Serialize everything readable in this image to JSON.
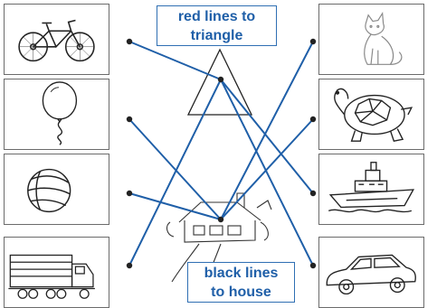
{
  "labels": {
    "triangle": [
      "red lines to",
      "triangle"
    ],
    "house": [
      "black lines",
      "to house"
    ]
  },
  "left_pictures": [
    {
      "name": "bicycle-icon"
    },
    {
      "name": "balloon-icon"
    },
    {
      "name": "ball-icon"
    },
    {
      "name": "truck-icon"
    }
  ],
  "right_pictures": [
    {
      "name": "cat-icon"
    },
    {
      "name": "turtle-icon"
    },
    {
      "name": "boat-icon"
    },
    {
      "name": "car-icon"
    }
  ],
  "center_shapes": [
    {
      "name": "triangle-icon"
    },
    {
      "name": "house-icon"
    }
  ],
  "colors": {
    "line": "#1f5fa8",
    "label_text": "#1f5fa8",
    "label_border": "#2f6fb3",
    "cell_border": "#6b6b6b",
    "dot": "#222222"
  }
}
